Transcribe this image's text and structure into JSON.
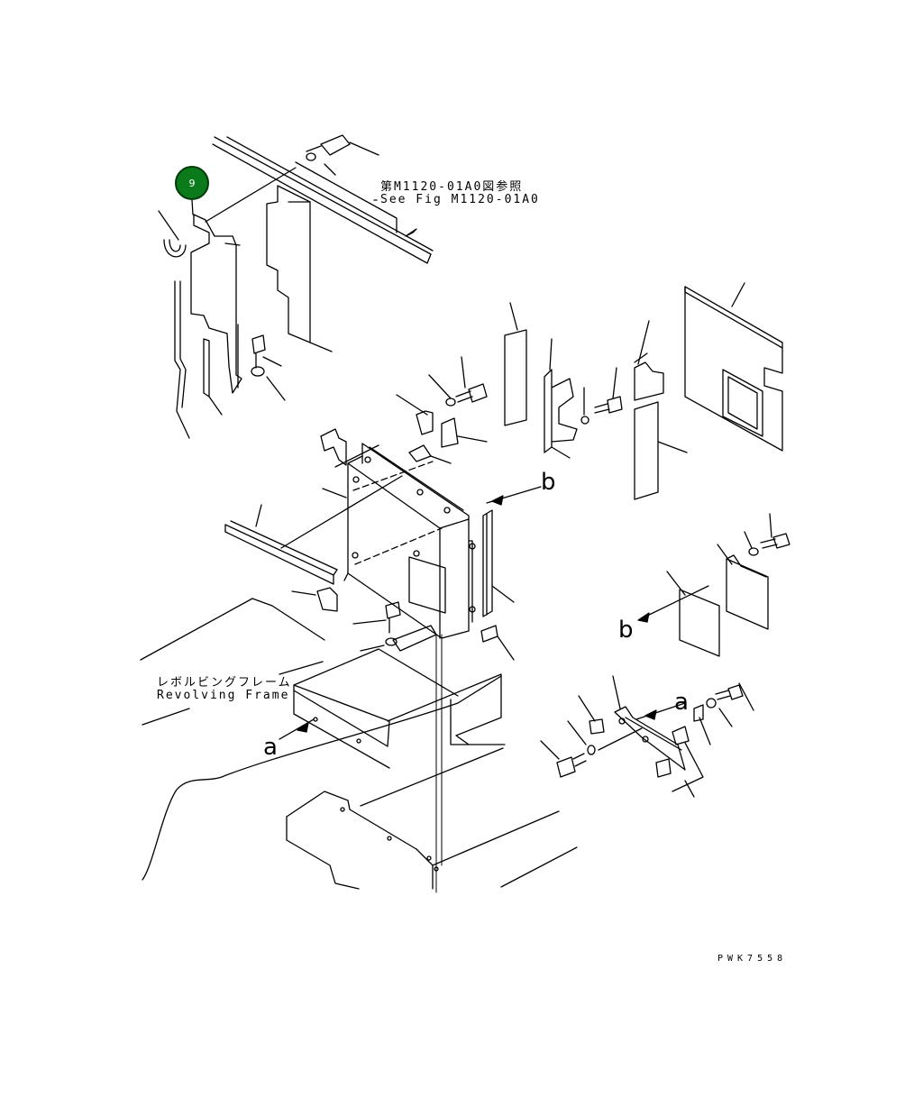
{
  "callout": {
    "number": "9",
    "color": "#0a7a1a"
  },
  "references": {
    "jp_fig": "第M1120-01A0図参照",
    "en_fig": "See Fig M1120-01A0",
    "jp_frame": "レボルビングフレーム",
    "en_frame": "Revolving Frame"
  },
  "view_letters": {
    "a1": "a",
    "a2": "a",
    "b1": "b",
    "b2": "b"
  },
  "drawing_code": "PWK7558"
}
